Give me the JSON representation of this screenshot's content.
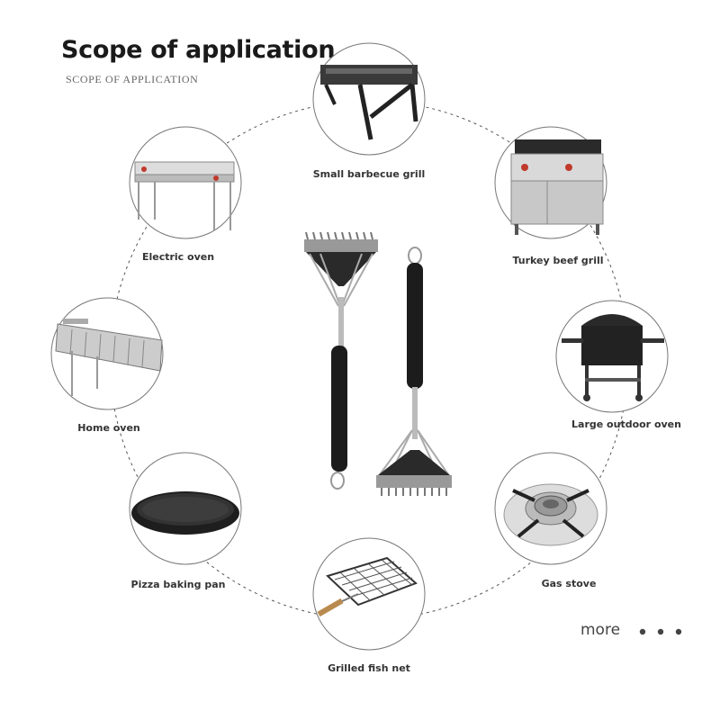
{
  "header": {
    "title": "Scope of application",
    "subtitle": "SCOPE OF APPLICATION"
  },
  "items": [
    {
      "label": "Small barbecue grill",
      "icon": "small-barbecue-grill-icon"
    },
    {
      "label": "Turkey beef grill",
      "icon": "turkey-beef-grill-icon"
    },
    {
      "label": "Large outdoor oven",
      "icon": "large-outdoor-oven-icon"
    },
    {
      "label": "Gas stove",
      "icon": "gas-stove-icon"
    },
    {
      "label": "Grilled fish net",
      "icon": "grilled-fish-net-icon"
    },
    {
      "label": "Pizza baking pan",
      "icon": "pizza-baking-pan-icon"
    },
    {
      "label": "Home oven",
      "icon": "home-oven-icon"
    },
    {
      "label": "Electric oven",
      "icon": "electric-oven-icon"
    }
  ],
  "footer": {
    "more_label": "more"
  },
  "product": {
    "icon": "grill-brush-icon"
  }
}
